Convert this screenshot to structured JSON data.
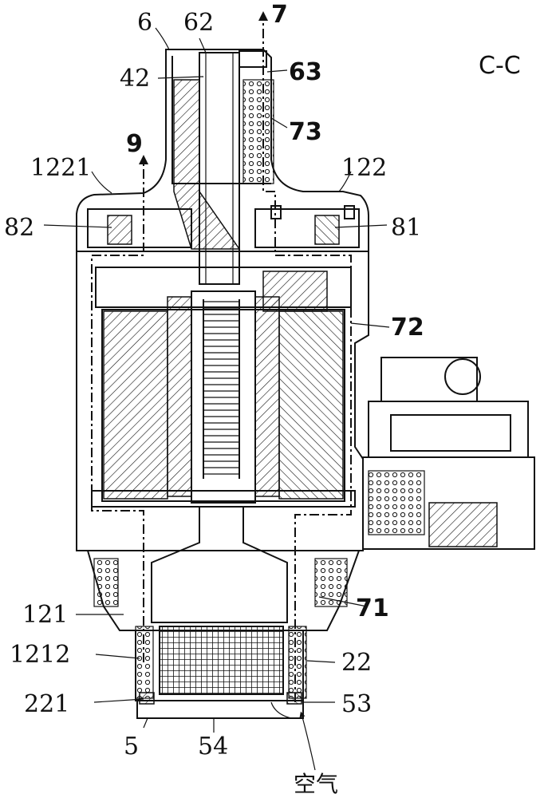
{
  "section_label": "C-C",
  "labels": {
    "l6": "6",
    "l62": "62",
    "l7": "7",
    "l42": "42",
    "l63": "63",
    "l73": "73",
    "l9": "9",
    "l1221": "1221",
    "l122": "122",
    "l82": "82",
    "l81": "81",
    "l72": "72",
    "l121": "121",
    "l71": "71",
    "l1212": "1212",
    "l22": "22",
    "l221": "221",
    "l53": "53",
    "l5": "5",
    "l54": "54",
    "air": "空气"
  }
}
